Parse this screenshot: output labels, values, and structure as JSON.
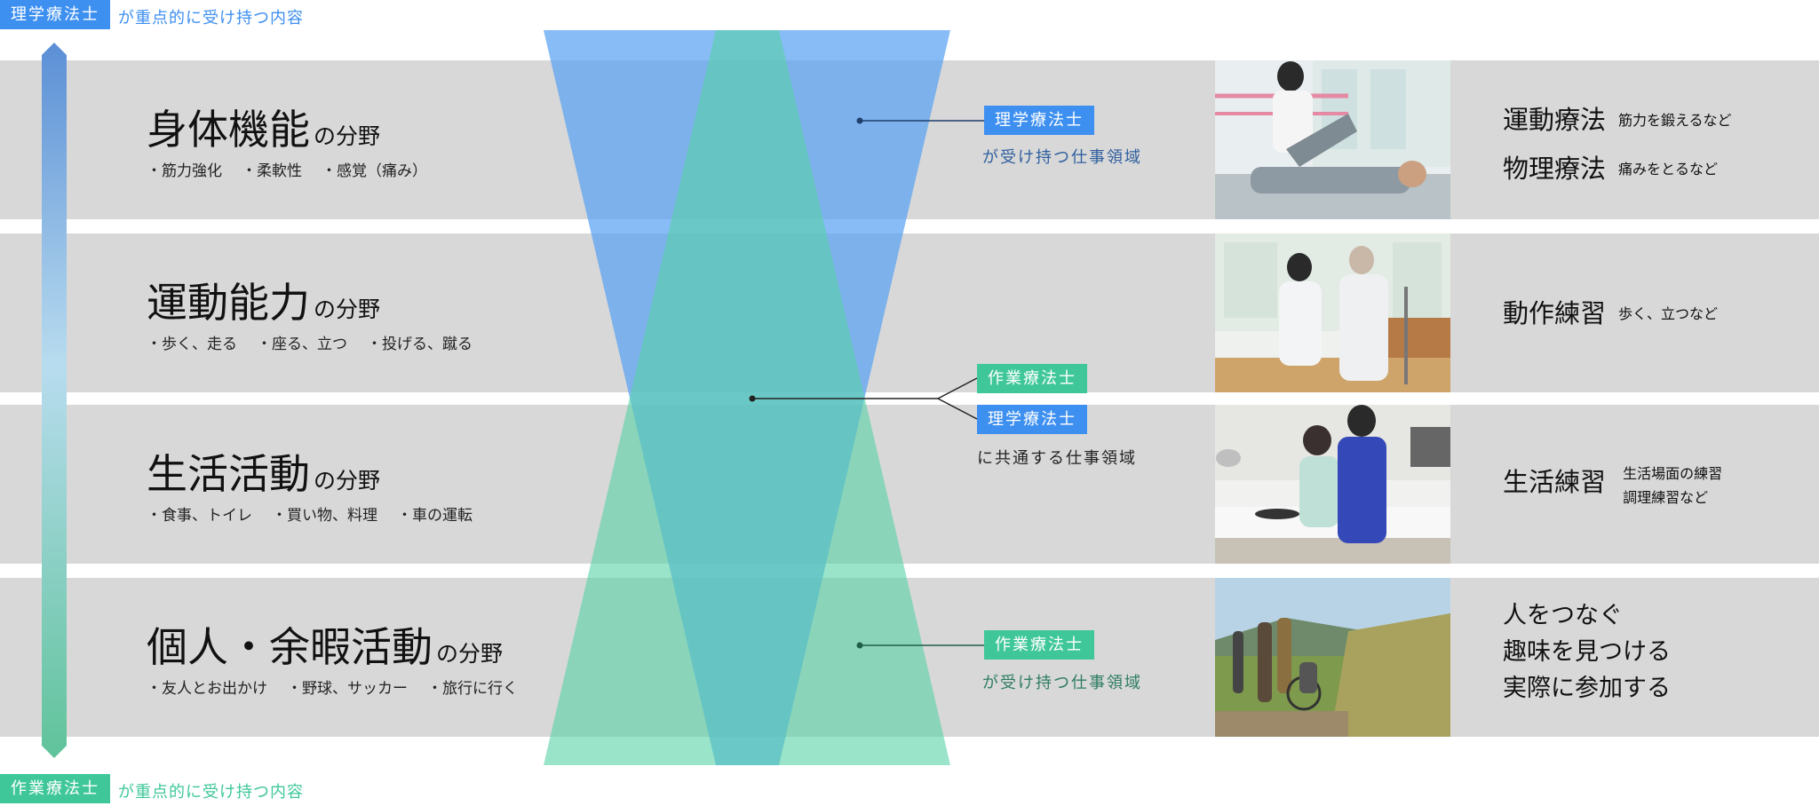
{
  "top_legend": {
    "tag": "理学療法士",
    "note": "が重点的に受け持つ内容"
  },
  "bottom_legend": {
    "tag": "作業療法士",
    "note": "が重点的に受け持つ内容"
  },
  "domains": [
    {
      "title": "身体機能",
      "suffix": "の分野",
      "items": [
        "・筋力強化",
        "・柔軟性",
        "・感覚（痛み）"
      ]
    },
    {
      "title": "運動能力",
      "suffix": "の分野",
      "items": [
        "・歩く、走る",
        "・座る、立つ",
        "・投げる、蹴る"
      ]
    },
    {
      "title": "生活活動",
      "suffix": "の分野",
      "items": [
        "・食事、トイレ",
        "・買い物、料理",
        "・車の運転"
      ]
    },
    {
      "title": "個人・余暇活動",
      "suffix": "の分野",
      "items": [
        "・友人とお出かけ",
        "・野球、サッカー",
        "・旅行に行く"
      ]
    }
  ],
  "center_labels": {
    "pt": {
      "tag": "理学療法士",
      "text": "が受け持つ仕事領域"
    },
    "shared": {
      "tag1": "作業療法士",
      "tag2": "理学療法士",
      "text": "に共通する仕事領域"
    },
    "ot": {
      "tag": "作業療法士",
      "text": "が受け持つ仕事領域"
    }
  },
  "right_texts": {
    "row1": [
      {
        "main": "運動療法",
        "sub": "筋力を鍛えるなど"
      },
      {
        "main": "物理療法",
        "sub": "痛みをとるなど"
      }
    ],
    "row2": [
      {
        "main": "動作練習",
        "sub": "歩く、立つなど"
      }
    ],
    "row3": {
      "main": "生活練習",
      "sub1": "生活場面の練習",
      "sub2": "調理練習など"
    },
    "row4": [
      "人をつなぐ",
      "趣味を見つける",
      "実際に参加する"
    ]
  },
  "photos": [
    "therapy-stretch-photo",
    "walking-practice-photo",
    "cooking-practice-photo",
    "outdoor-outing-photo"
  ],
  "colors": {
    "pt_blue": "#3d8ff0",
    "ot_green": "#3fc79a",
    "band_gray": "#d8d8d8",
    "pt_text": "#2f5f9e",
    "ot_text": "#2e7d62"
  }
}
